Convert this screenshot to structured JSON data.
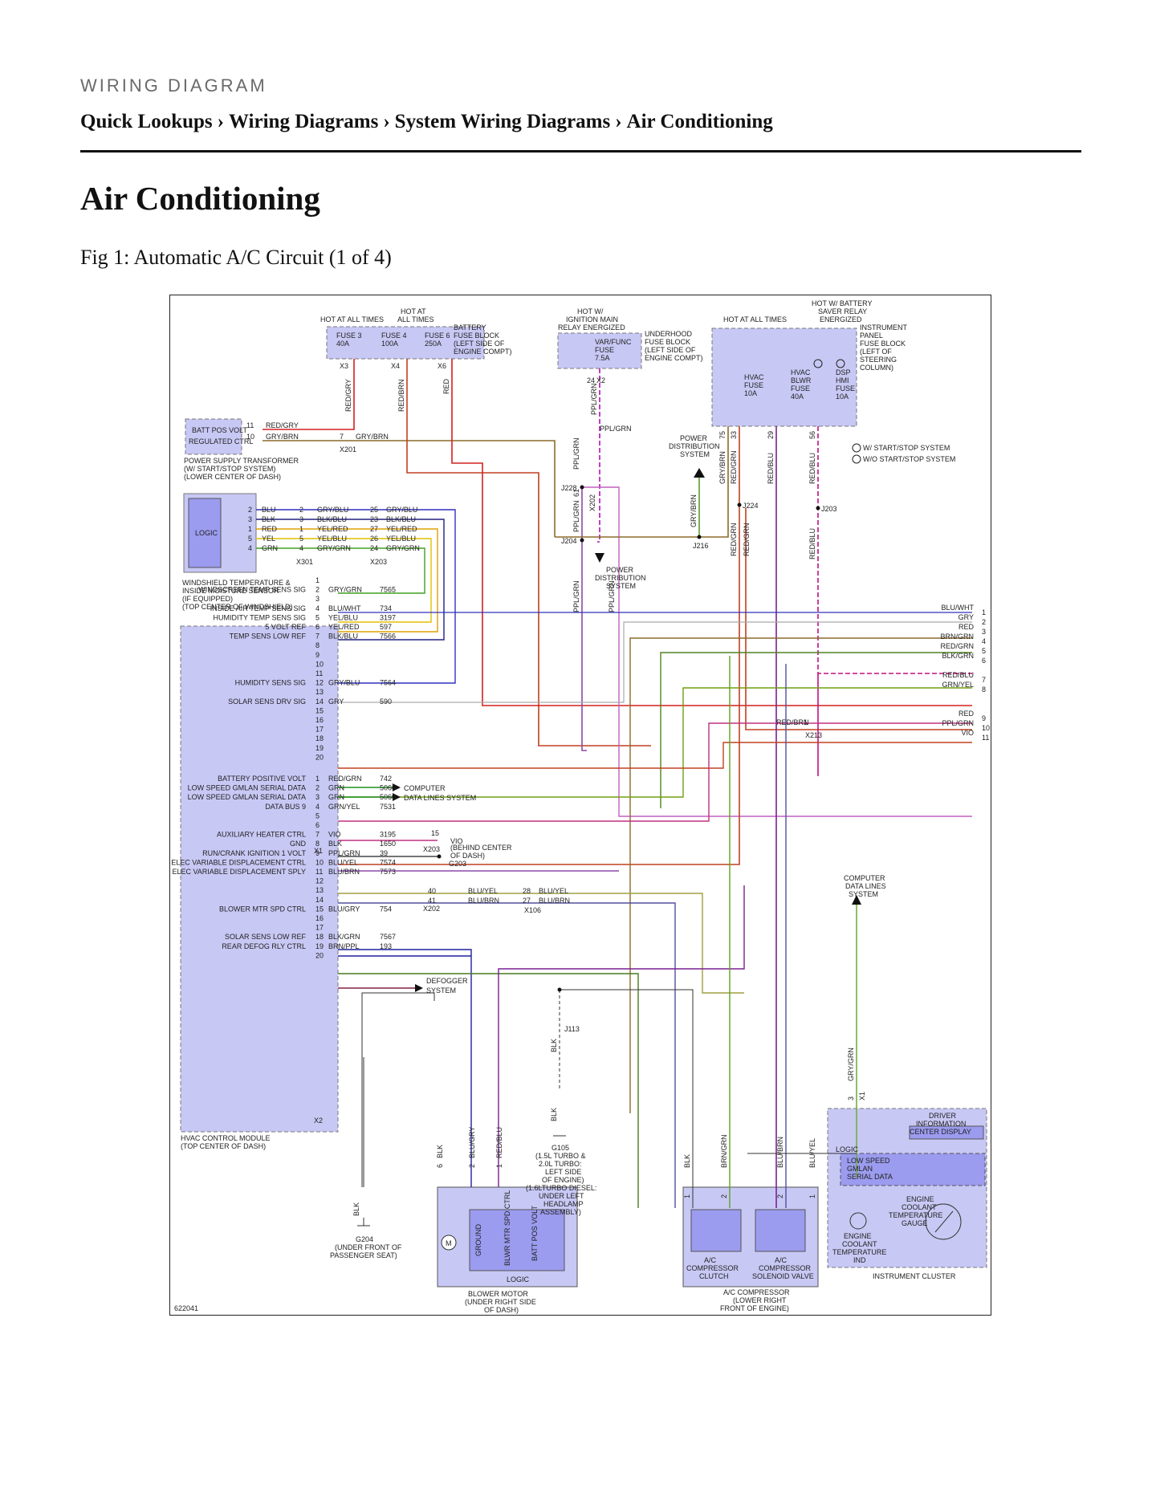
{
  "header": {
    "overline": "WIRING DIAGRAM",
    "breadcrumbs": [
      "Quick Lookups",
      "Wiring Diagrams",
      "System Wiring Diagrams",
      "Air Conditioning"
    ],
    "separator": "›"
  },
  "page": {
    "title": "Air Conditioning",
    "figure_caption": "Fig 1: Automatic A/C Circuit (1 of 4)"
  },
  "diagram": {
    "figure_id": "622041",
    "top": {
      "hot_all_times_1": "HOT AT ALL TIMES",
      "hot_at": "HOT AT",
      "all_times": "ALL TIMES",
      "fuse3": [
        "FUSE 3",
        "40A"
      ],
      "fuse4": [
        "FUSE 4",
        "100A"
      ],
      "fuse6": [
        "FUSE 6",
        "250A"
      ],
      "battery_block": [
        "BATTERY",
        "FUSE BLOCK",
        "(LEFT SIDE OF",
        "ENGINE COMPT)"
      ],
      "x3": "X3",
      "x4": "X4",
      "x6": "X6",
      "hot_ign": [
        "HOT W/",
        "IGNITION MAIN",
        "RELAY ENERGIZED"
      ],
      "varfunc": [
        "VAR/FUNC",
        "FUSE",
        "7.5A"
      ],
      "underhood": [
        "UNDERHOOD",
        "FUSE BLOCK",
        "(LEFT SIDE OF",
        "ENGINE COMPT)"
      ],
      "x2_24": "24",
      "x2": "X2",
      "hot_all_times_2": "HOT AT ALL TIMES",
      "hot_saver": [
        "HOT W/ BATTERY",
        "SAVER RELAY",
        "ENERGIZED"
      ],
      "ip_block": [
        "INSTRUMENT",
        "PANEL",
        "FUSE BLOCK",
        "(LEFT OF",
        "STEERING",
        "COLUMN)"
      ],
      "hvac_fuse": [
        "HVAC",
        "FUSE",
        "10A"
      ],
      "hvac_blwr": [
        "HVAC",
        "BLWR",
        "FUSE",
        "40A"
      ],
      "dsp_fuse": [
        "DSP",
        "HMI",
        "FUSE",
        "10A"
      ],
      "note1": "W/ START/STOP SYSTEM",
      "note2": "W/O START/STOP SYSTEM"
    },
    "wires": {
      "red_gry": "RED/GRY",
      "red_brn": "RED/BRN",
      "red": "RED",
      "ppl_grn": "PPL/GRN",
      "gry_brn": "GRY/BRN",
      "red_grn": "RED/GRN",
      "red_blu": "RED/BLU",
      "pin_75": "75",
      "pin_33": "33",
      "pin_29": "29",
      "pin_56": "56",
      "pin_61": "61"
    },
    "splices": {
      "j228": "J228",
      "j224": "J224",
      "j203": "J203",
      "j216": "J216",
      "j204": "J204",
      "x202": "X202"
    },
    "power_dist": [
      "POWER",
      "DISTRIBUTION",
      "SYSTEM"
    ],
    "batt_pos": {
      "labels": [
        "BATT POS VOLT",
        "REGULATED CTRL"
      ],
      "pins": [
        [
          "11",
          "RED/GRY"
        ],
        [
          "10",
          "GRY/BRN"
        ]
      ],
      "x201_pin": "7",
      "x201_wire": "GRY/BRN",
      "x201": "X201",
      "caption": [
        "POWER SUPPLY TRANSFORMER",
        "(W/ START/STOP SYSTEM)",
        "(LOWER CENTER OF DASH)"
      ]
    },
    "sensor": {
      "logic": "LOGIC",
      "rows": [
        {
          "pin": "2",
          "wire": "BLU",
          "x301": "2",
          "w2": "GRY/BLU",
          "x203": "25",
          "w3": "GRY/BLU"
        },
        {
          "pin": "3",
          "wire": "BLK",
          "x301": "3",
          "w2": "BLK/BLU",
          "x203": "23",
          "w3": "BLK/BLU"
        },
        {
          "pin": "1",
          "wire": "RED",
          "x301": "1",
          "w2": "YEL/RED",
          "x203": "27",
          "w3": "YEL/RED"
        },
        {
          "pin": "5",
          "wire": "YEL",
          "x301": "5",
          "w2": "YEL/BLU",
          "x203": "26",
          "w3": "YEL/BLU"
        },
        {
          "pin": "4",
          "wire": "GRN",
          "x301": "4",
          "w2": "GRY/GRN",
          "x203": "24",
          "w3": "GRY/GRN"
        }
      ],
      "x301": "X301",
      "x203": "X203",
      "caption": [
        "WINDSHIELD TEMPERATURE &",
        "INSIDE MOISTURE SENSOR",
        "(IF EQUIPPED)",
        "(TOP CENTER OF WINDSHIELD)"
      ]
    },
    "hvac_x1": [
      {
        "pin": "1"
      },
      {
        "pin": "2",
        "label": "WINDSCREEN TEMP SENS SIG",
        "wire": "GRY/GRN",
        "circuit": "7565"
      },
      {
        "pin": "3"
      },
      {
        "pin": "4",
        "label": "INSIDE AIR TEMP SENS SIG",
        "wire": "BLU/WHT",
        "circuit": "734"
      },
      {
        "pin": "5",
        "label": "HUMIDITY TEMP SENS SIG",
        "wire": "YEL/BLU",
        "circuit": "3197"
      },
      {
        "pin": "6",
        "label": "5 VOLT REF",
        "wire": "YEL/RED",
        "circuit": "597"
      },
      {
        "pin": "7",
        "label": "TEMP SENS LOW REF",
        "wire": "BLK/BLU",
        "circuit": "7566"
      },
      {
        "pin": "8"
      },
      {
        "pin": "9"
      },
      {
        "pin": "10"
      },
      {
        "pin": "11"
      },
      {
        "pin": "12",
        "label": "HUMIDITY SENS SIG",
        "wire": "GRY/BLU",
        "circuit": "7564"
      },
      {
        "pin": "13"
      },
      {
        "pin": "14",
        "label": "SOLAR SENS DRV SIG",
        "wire": "GRY",
        "circuit": "590"
      },
      {
        "pin": "15"
      },
      {
        "pin": "16"
      },
      {
        "pin": "17"
      },
      {
        "pin": "18"
      },
      {
        "pin": "19"
      },
      {
        "pin": "20"
      }
    ],
    "hvac_x1_name": "X1",
    "hvac_x2": [
      {
        "pin": "1",
        "label": "BATTERY POSITIVE VOLT",
        "wire": "RED/GRN",
        "circuit": "742"
      },
      {
        "pin": "2",
        "label": "LOW SPEED GMLAN SERIAL DATA",
        "wire": "GRN",
        "circuit": "5060"
      },
      {
        "pin": "3",
        "label": "LOW SPEED GMLAN SERIAL DATA",
        "wire": "GRN",
        "circuit": "5060"
      },
      {
        "pin": "4",
        "label": "DATA BUS 9",
        "wire": "GRN/YEL",
        "circuit": "7531"
      },
      {
        "pin": "5"
      },
      {
        "pin": "6"
      },
      {
        "pin": "7",
        "label": "AUXILIARY HEATER CTRL",
        "wire": "VIO",
        "circuit": "3195"
      },
      {
        "pin": "8",
        "label": "GND",
        "wire": "BLK",
        "circuit": "1650"
      },
      {
        "pin": "9",
        "label": "RUN/CRANK IGNITION 1 VOLT",
        "wire": "PPL/GRN",
        "circuit": "39"
      },
      {
        "pin": "10",
        "label": "ELEC VARIABLE DISPLACEMENT CTRL",
        "wire": "BLU/YEL",
        "circuit": "7574"
      },
      {
        "pin": "11",
        "label": "ELEC VARIABLE DISPLACEMENT SPLY",
        "wire": "BLU/BRN",
        "circuit": "7573"
      },
      {
        "pin": "12"
      },
      {
        "pin": "13"
      },
      {
        "pin": "14"
      },
      {
        "pin": "15",
        "label": "BLOWER MTR SPD CTRL",
        "wire": "BLU/GRY",
        "circuit": "754"
      },
      {
        "pin": "16"
      },
      {
        "pin": "17"
      },
      {
        "pin": "18",
        "label": "SOLAR SENS LOW REF",
        "wire": "BLK/GRN",
        "circuit": "7567"
      },
      {
        "pin": "19",
        "label": "REAR DEFOG RLY CTRL",
        "wire": "BRN/PPL",
        "circuit": "193"
      },
      {
        "pin": "20"
      }
    ],
    "hvac_x2_name": "X2",
    "hvac_caption": [
      "HVAC CONTROL MODULE",
      "(TOP CENTER OF DASH)"
    ],
    "computer_data": [
      "COMPUTER",
      "DATA LINES SYSTEM"
    ],
    "computer_data_3": [
      "COMPUTER",
      "DATA LINES",
      "SYSTEM"
    ],
    "defogger": [
      "DEFOGGER",
      "SYSTEM"
    ],
    "x203_15": "15",
    "x203_vio": "VIO",
    "x203_b": "X203",
    "g203": [
      "(BEHIND CENTER",
      "OF DASH)"
    ],
    "g203_id": "G203",
    "x202b": "X202",
    "x202_40": "40",
    "x202_41": "41",
    "blu_yel": "BLU/YEL",
    "blu_brn": "BLU/BRN",
    "x106": "X106",
    "x106_28": "28",
    "x106_27": "27",
    "right_edge": [
      {
        "wire": "BLU/WHT",
        "pin": "1"
      },
      {
        "wire": "GRY",
        "pin": "2"
      },
      {
        "wire": "RED",
        "pin": "3"
      },
      {
        "wire": "BRN/GRN",
        "pin": "4"
      },
      {
        "wire": "RED/GRN",
        "pin": "5"
      },
      {
        "wire": "BLK/GRN",
        "pin": "6"
      },
      {
        "wire": "RED/BLU",
        "pin": "7"
      },
      {
        "wire": "GRN/YEL",
        "pin": "8"
      },
      {
        "wire": "RED",
        "pin": "9"
      },
      {
        "wire": "PPL/GRN",
        "pin": "10"
      },
      {
        "wire": "VIO",
        "pin": "11"
      }
    ],
    "x213": "X213",
    "x213_1": "1",
    "x213_redbrn": "RED/BRN",
    "blower": {
      "pins": [
        [
          "6",
          "BLK"
        ],
        [
          "2",
          "BLU/GRY"
        ],
        [
          "1",
          "RED/BLU"
        ]
      ],
      "inner": [
        "GROUND",
        "BLWR MTR SPD CTRL",
        "BATT POS VOLT"
      ],
      "motor": "M",
      "logic": "LOGIC",
      "caption": [
        "BLOWER MOTOR",
        "(UNDER RIGHT SIDE",
        "OF DASH)"
      ]
    },
    "g204": {
      "wire": "BLK",
      "id": "G204",
      "caption": [
        "(UNDER FRONT OF",
        "PASSENGER SEAT)"
      ]
    },
    "g105": {
      "wire": "BLK",
      "j113": "J113",
      "id": "G105",
      "caption": [
        "(1.5L TURBO &",
        "2.0L TURBO:",
        "LEFT SIDE",
        "OF ENGINE)",
        "(1.6LTURBO DIESEL:",
        "UNDER LEFT",
        "HEADLAMP",
        "ASSEMBLY)"
      ]
    },
    "compressor": {
      "wires": [
        "BLK",
        "BRN/GRN",
        "BLU/BRN",
        "BLU/YEL"
      ],
      "pins": [
        "1",
        "2",
        "2",
        "1"
      ],
      "clutch": [
        "A/C",
        "COMPRESSOR",
        "CLUTCH"
      ],
      "solenoid": [
        "A/C",
        "COMPRESSOR",
        "SOLENOID VALVE"
      ],
      "caption": [
        "A/C COMPRESSOR",
        "(LOWER RIGHT",
        "FRONT OF ENGINE)"
      ]
    },
    "cluster": {
      "wire": "GRY/GRN",
      "pin": "3",
      "x1": "X1",
      "dic": [
        "DRIVER",
        "INFORMATION",
        "CENTER DISPLAY"
      ],
      "logic": "LOGIC",
      "gmlan": [
        "LOW SPEED",
        "GMLAN",
        "SERIAL DATA"
      ],
      "gauge": [
        "ENGINE",
        "COOLANT",
        "TEMPERATURE",
        "GAUGE"
      ],
      "ind": [
        "ENGINE",
        "COOLANT",
        "TEMPERATURE",
        "IND"
      ],
      "caption": "INSTRUMENT CLUSTER"
    }
  }
}
